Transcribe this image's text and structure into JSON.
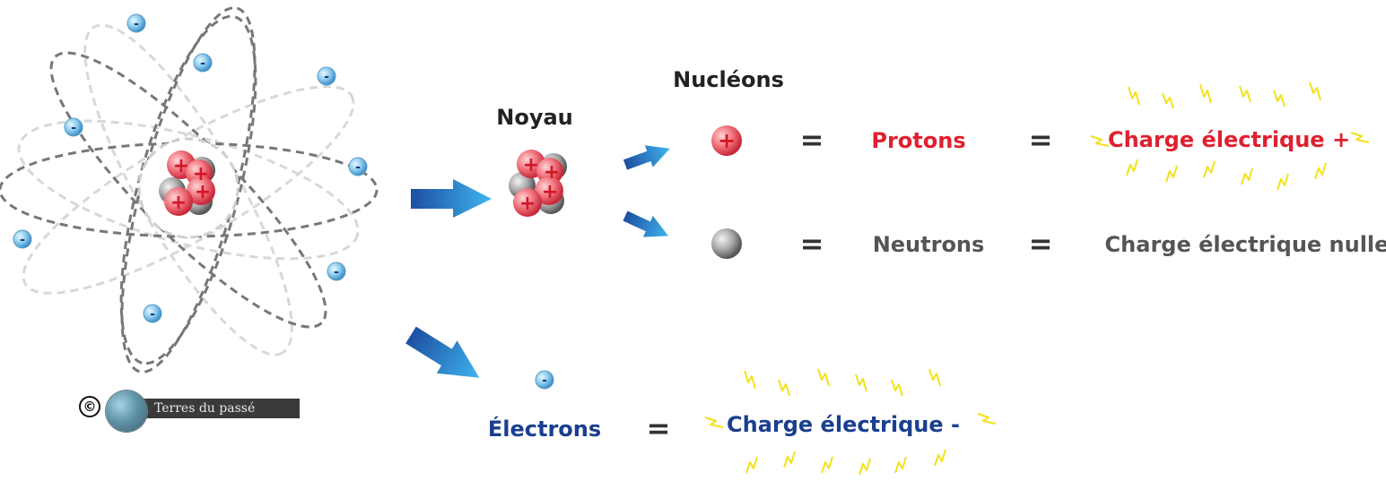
{
  "labels": {
    "nucleons": "Nucléons",
    "noyau": "Noyau",
    "protons": "Protons",
    "neutrons": "Neutrons",
    "electrons": "Électrons"
  },
  "charges": {
    "positive": "Charge électrique +",
    "neutral": "Charge électrique nulle",
    "negative": "Charge électrique -"
  },
  "equals": "=",
  "particle_signs": {
    "plus": "+",
    "minus": "-"
  },
  "copyright": {
    "symbol": "©",
    "text": "Terres du passé"
  },
  "colors": {
    "proton": "#e0202e",
    "neutron": "#555555",
    "electron": "#1a3f8f",
    "arrow_dark": "#1d4fa0",
    "arrow_light": "#3fb4ee",
    "spark": "#f2e21a",
    "orbit_dark": "#777777",
    "orbit_light": "#d8d8d8"
  }
}
